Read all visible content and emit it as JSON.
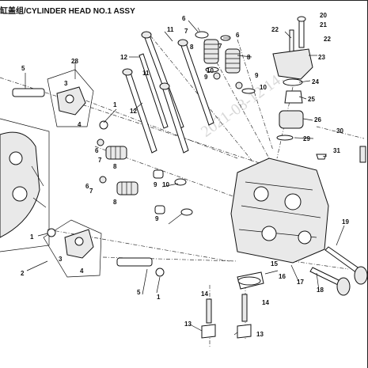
{
  "diagram": {
    "title": "缸盖组/CYLINDER HEAD NO.1 ASSY",
    "watermark": "2021-08-12 14:16",
    "callouts": {
      "n1a": "1",
      "n1b": "1",
      "n1c": "1",
      "n2": "2",
      "n3a": "3",
      "n3b": "3",
      "n4a": "4",
      "n4b": "4",
      "n5a": "5",
      "n5b": "5",
      "n6a": "6",
      "n6b": "6",
      "n6c": "6",
      "n6d": "6",
      "n7a": "7",
      "n7b": "7",
      "n7c": "7",
      "n7d": "7",
      "n8a": "8",
      "n8b": "8",
      "n8c": "8",
      "n8d": "8",
      "n9a": "9",
      "n9b": "9",
      "n9c": "9",
      "n9d": "9",
      "n10a": "10",
      "n10b": "10",
      "n10c": "10",
      "n11a": "11",
      "n11b": "11",
      "n12a": "12",
      "n12b": "12",
      "n13a": "13",
      "n13b": "13",
      "n14a": "14",
      "n14b": "14",
      "n15": "15",
      "n16": "16",
      "n17": "17",
      "n18": "18",
      "n19": "19",
      "n20": "20",
      "n21": "21",
      "n22a": "22",
      "n22b": "22",
      "n23": "23",
      "n24": "24",
      "n25": "25",
      "n26": "26",
      "n28": "28",
      "n29": "29",
      "n30": "30",
      "n31": "31"
    }
  }
}
